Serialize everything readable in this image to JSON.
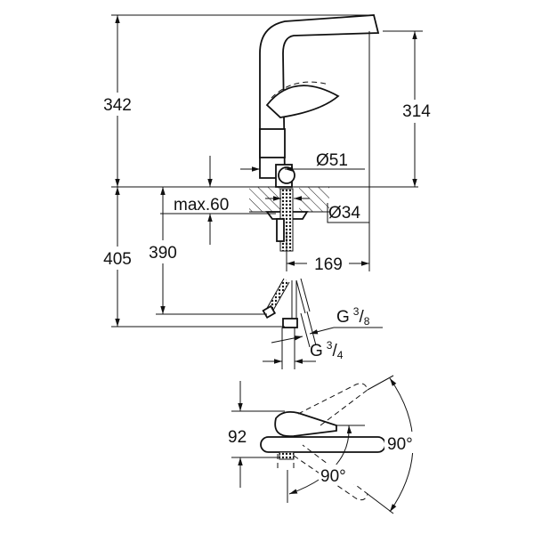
{
  "drawing": {
    "height_total": "342",
    "height_spout": "314",
    "body_diameter": "Ø51",
    "counter_thickness": "max.60",
    "hole_diameter": "Ø34",
    "below_total": "405",
    "below_hose": "390",
    "reach": "169",
    "thread_hose": {
      "prefix": "G",
      "num": "3",
      "den": "8"
    },
    "thread_small": {
      "prefix": "G",
      "num": "3",
      "den": "4"
    },
    "lever_height": "92",
    "swivel_angle": "90°",
    "lever_angle": "90°"
  }
}
